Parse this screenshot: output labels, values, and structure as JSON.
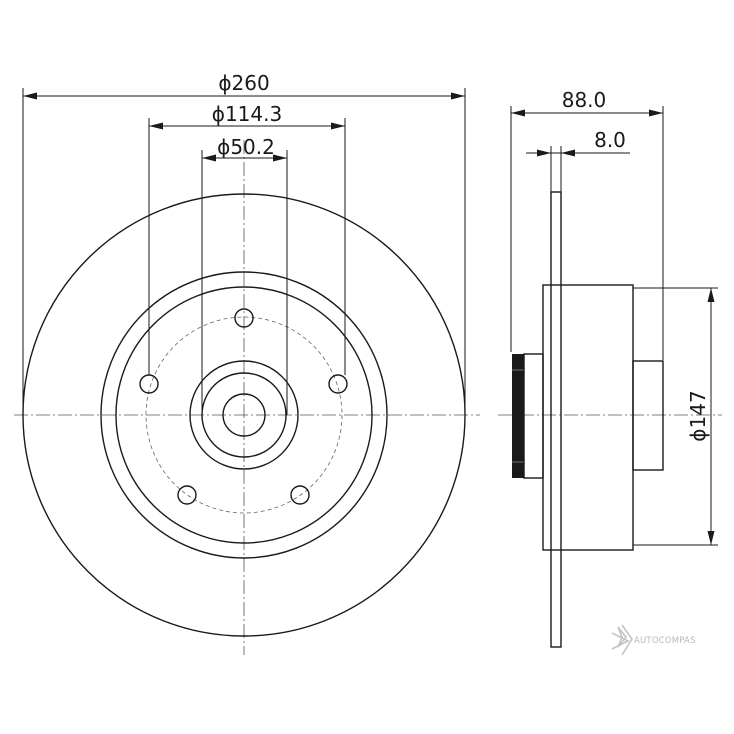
{
  "dimensions": {
    "outer_diameter": "ϕ260",
    "bolt_circle_diameter": "ϕ114.3",
    "center_bore_diameter": "ϕ50.2",
    "total_height": "88.0",
    "disc_thickness": "8.0",
    "hub_diameter": "ϕ147"
  },
  "watermark": {
    "brand": "AUTOCOMPAS"
  }
}
